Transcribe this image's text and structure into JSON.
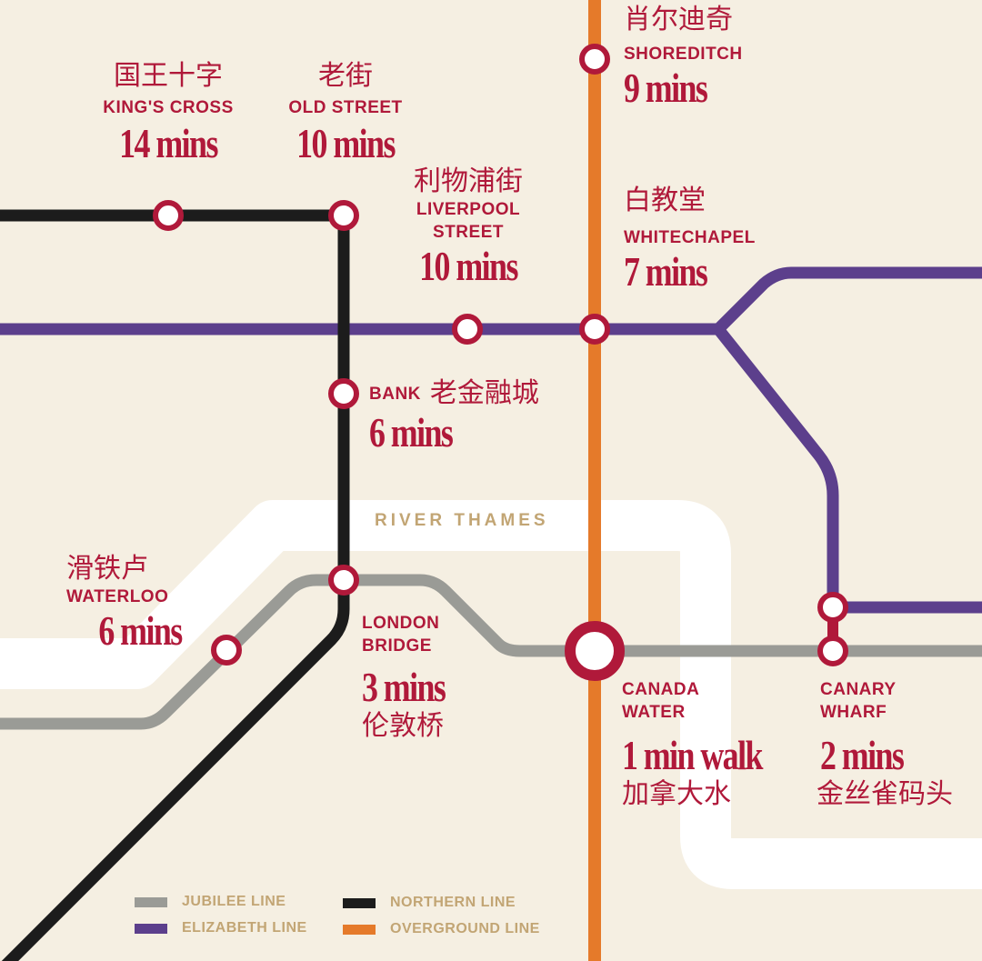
{
  "colors": {
    "background": "#f5efe2",
    "river": "#ffffff",
    "jubilee": "#9a9b96",
    "northern": "#1c1c1c",
    "elizabeth": "#5c3f8c",
    "overground": "#e57a2a",
    "station": "#b0193a",
    "legend_text": "#c2a574"
  },
  "river_label": "RIVER THAMES",
  "stations": {
    "kings_cross": {
      "cn": "国王十字",
      "en": "KING'S CROSS",
      "time": "14 mins"
    },
    "old_street": {
      "cn": "老街",
      "en": "OLD STREET",
      "time": "10 mins"
    },
    "liverpool_street": {
      "cn": "利物浦街",
      "en1": "LIVERPOOL",
      "en2": "STREET",
      "time": "10 mins"
    },
    "shoreditch": {
      "cn": "肖尔迪奇",
      "en": "SHOREDITCH",
      "time": "9 mins"
    },
    "whitechapel": {
      "cn": "白教堂",
      "en": "WHITECHAPEL",
      "time": "7 mins"
    },
    "bank": {
      "en": "BANK",
      "cn": "老金融城",
      "time": "6 mins"
    },
    "waterloo": {
      "cn": "滑铁卢",
      "en": "WATERLOO",
      "time": "6 mins"
    },
    "london_bridge": {
      "en1": "LONDON",
      "en2": "BRIDGE",
      "time": "3 mins",
      "cn": "伦敦桥"
    },
    "canada_water": {
      "en1": "CANADA",
      "en2": "WATER",
      "time": "1 min walk",
      "cn": "加拿大水"
    },
    "canary_wharf": {
      "en1": "CANARY",
      "en2": "WHARF",
      "time": "2 mins",
      "cn": "金丝雀码头"
    }
  },
  "legend": [
    {
      "name": "JUBILEE LINE",
      "color": "#9a9b96"
    },
    {
      "name": "NORTHERN LINE",
      "color": "#1c1c1c"
    },
    {
      "name": "ELIZABETH LINE",
      "color": "#5c3f8c"
    },
    {
      "name": "OVERGROUND LINE",
      "color": "#e57a2a"
    }
  ]
}
